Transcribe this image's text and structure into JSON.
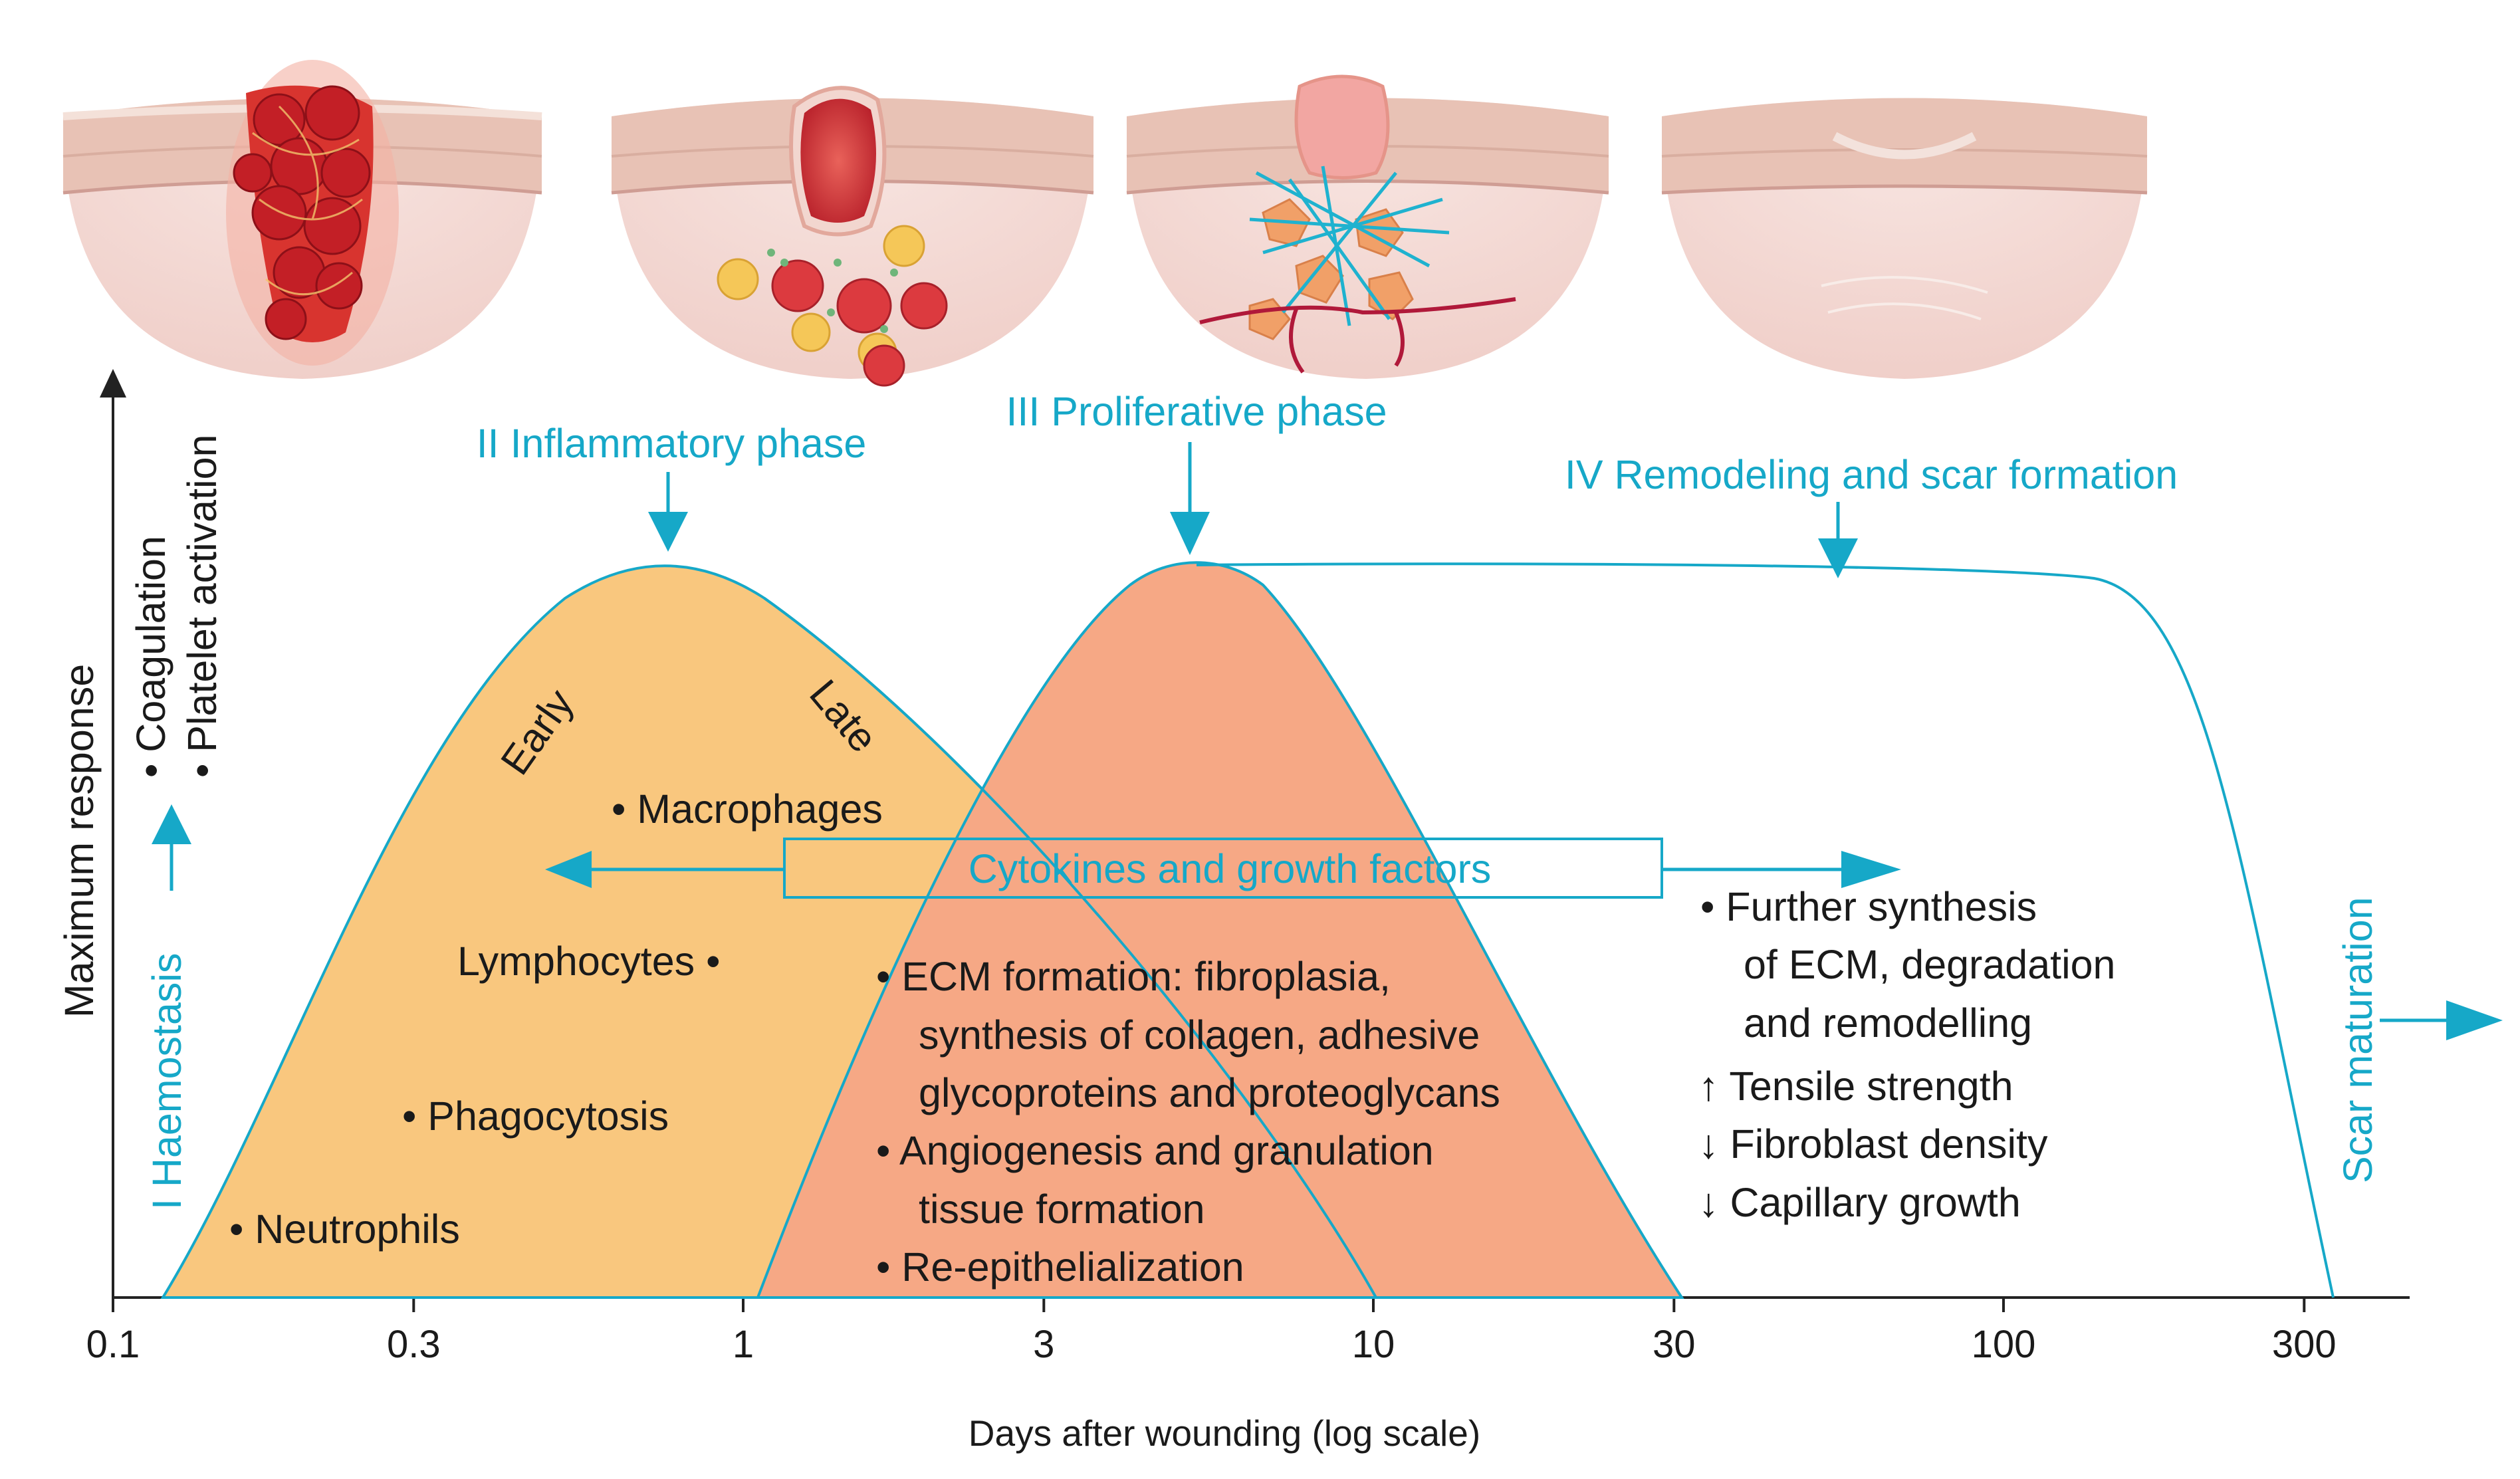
{
  "colors": {
    "cyan": "#16a8c8",
    "inflammatory_fill": "#f9c77e",
    "proliferative_fill": "#f6a885",
    "axis": "#222222",
    "text": "#1a1a1a"
  },
  "axes": {
    "xlabel": "Days after wounding (log scale)",
    "ylabel": "Maximum response",
    "xscale": "log",
    "xticks": [
      "0.1",
      "0.3",
      "1",
      "3",
      "10",
      "30",
      "100",
      "300"
    ]
  },
  "phases": {
    "haemostasis": "I Haemostasis",
    "inflammatory": "II Inflammatory phase",
    "proliferative": "III Proliferative phase",
    "remodeling": "IV Remodeling and scar formation",
    "scar_maturation": "Scar maturation"
  },
  "haemostasis_items": [
    "• Coagulation",
    "• Platelet activation"
  ],
  "inflammatory": {
    "early": "Early",
    "late": "Late",
    "items": [
      "• Macrophages",
      "Lymphocytes •",
      "• Phagocytosis",
      "• Neutrophils"
    ]
  },
  "cytokines_label": "Cytokines and growth factors",
  "proliferative_items": [
    "• ECM formation: fibroplasia,",
    "synthesis of collagen, adhesive",
    "glycoproteins and proteoglycans",
    "• Angiogenesis and granulation",
    "tissue formation",
    "• Re-epithelialization"
  ],
  "remodeling_items": [
    "• Further synthesis",
    "of ECM, degradation",
    "and remodelling",
    "↑ Tensile strength",
    "↓ Fibroblast density",
    "↓ Capillary growth"
  ],
  "illustrations": [
    "skin-clot-illustration",
    "skin-inflammation-illustration",
    "skin-proliferation-illustration",
    "skin-scar-illustration"
  ]
}
